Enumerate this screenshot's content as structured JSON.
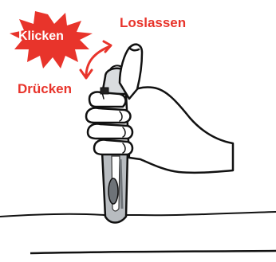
{
  "labels": {
    "click": "Klicken",
    "release": "Loslassen",
    "press": "Drücken"
  },
  "colors": {
    "accent_red": "#e8342b",
    "outline": "#111111",
    "skin_fill": "#ffffff",
    "pen_gray": "#b8bcc0",
    "pen_dark": "#6e7378"
  },
  "icons": {
    "burst": "starburst-icon",
    "arrow": "double-arrow-icon"
  }
}
